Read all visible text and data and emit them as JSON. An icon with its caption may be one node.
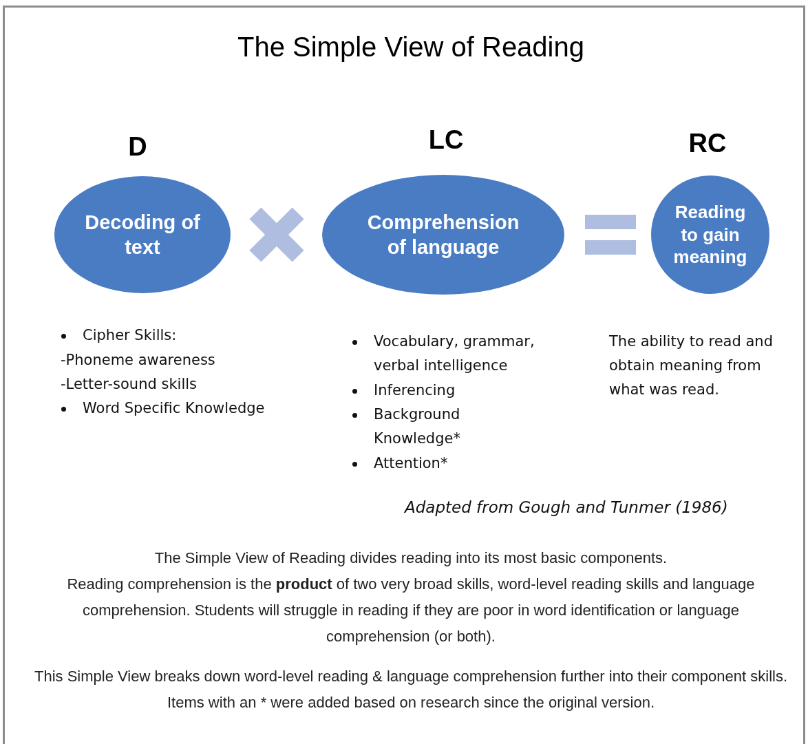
{
  "diagram": {
    "title": "The Simple View of Reading",
    "nodes": [
      {
        "text": [
          "D",
          "Decoding of text"
        ]
      },
      {
        "text": [
          "LC",
          "Comprehension of language"
        ]
      },
      {
        "text": [
          "RC",
          "Reading to gain meaning"
        ]
      }
    ],
    "labels": [
      "Cipher Skills:",
      "-Phoneme awareness",
      "-Letter-sound skills",
      "Word Specific Knowledge",
      "Vocabulary, grammar, verbal intelligence",
      "Inferencing",
      "Background Knowledge*",
      "Attention*",
      "The ability to read and obtain meaning from what was read.",
      "Adapted from Gough and Tunmer (1986)",
      "The Simple View of Reading divides reading into its most basic components.",
      "Reading comprehension is the **product** of two very broad skills, word-level reading skills and language comprehension. Students will struggle in reading if they are poor in word identification or language comprehension (or both).",
      "This Simple View breaks down word-level reading & language comprehension further into their component skills. Items with an * were added based on research since the original version."
    ]
  }
}
